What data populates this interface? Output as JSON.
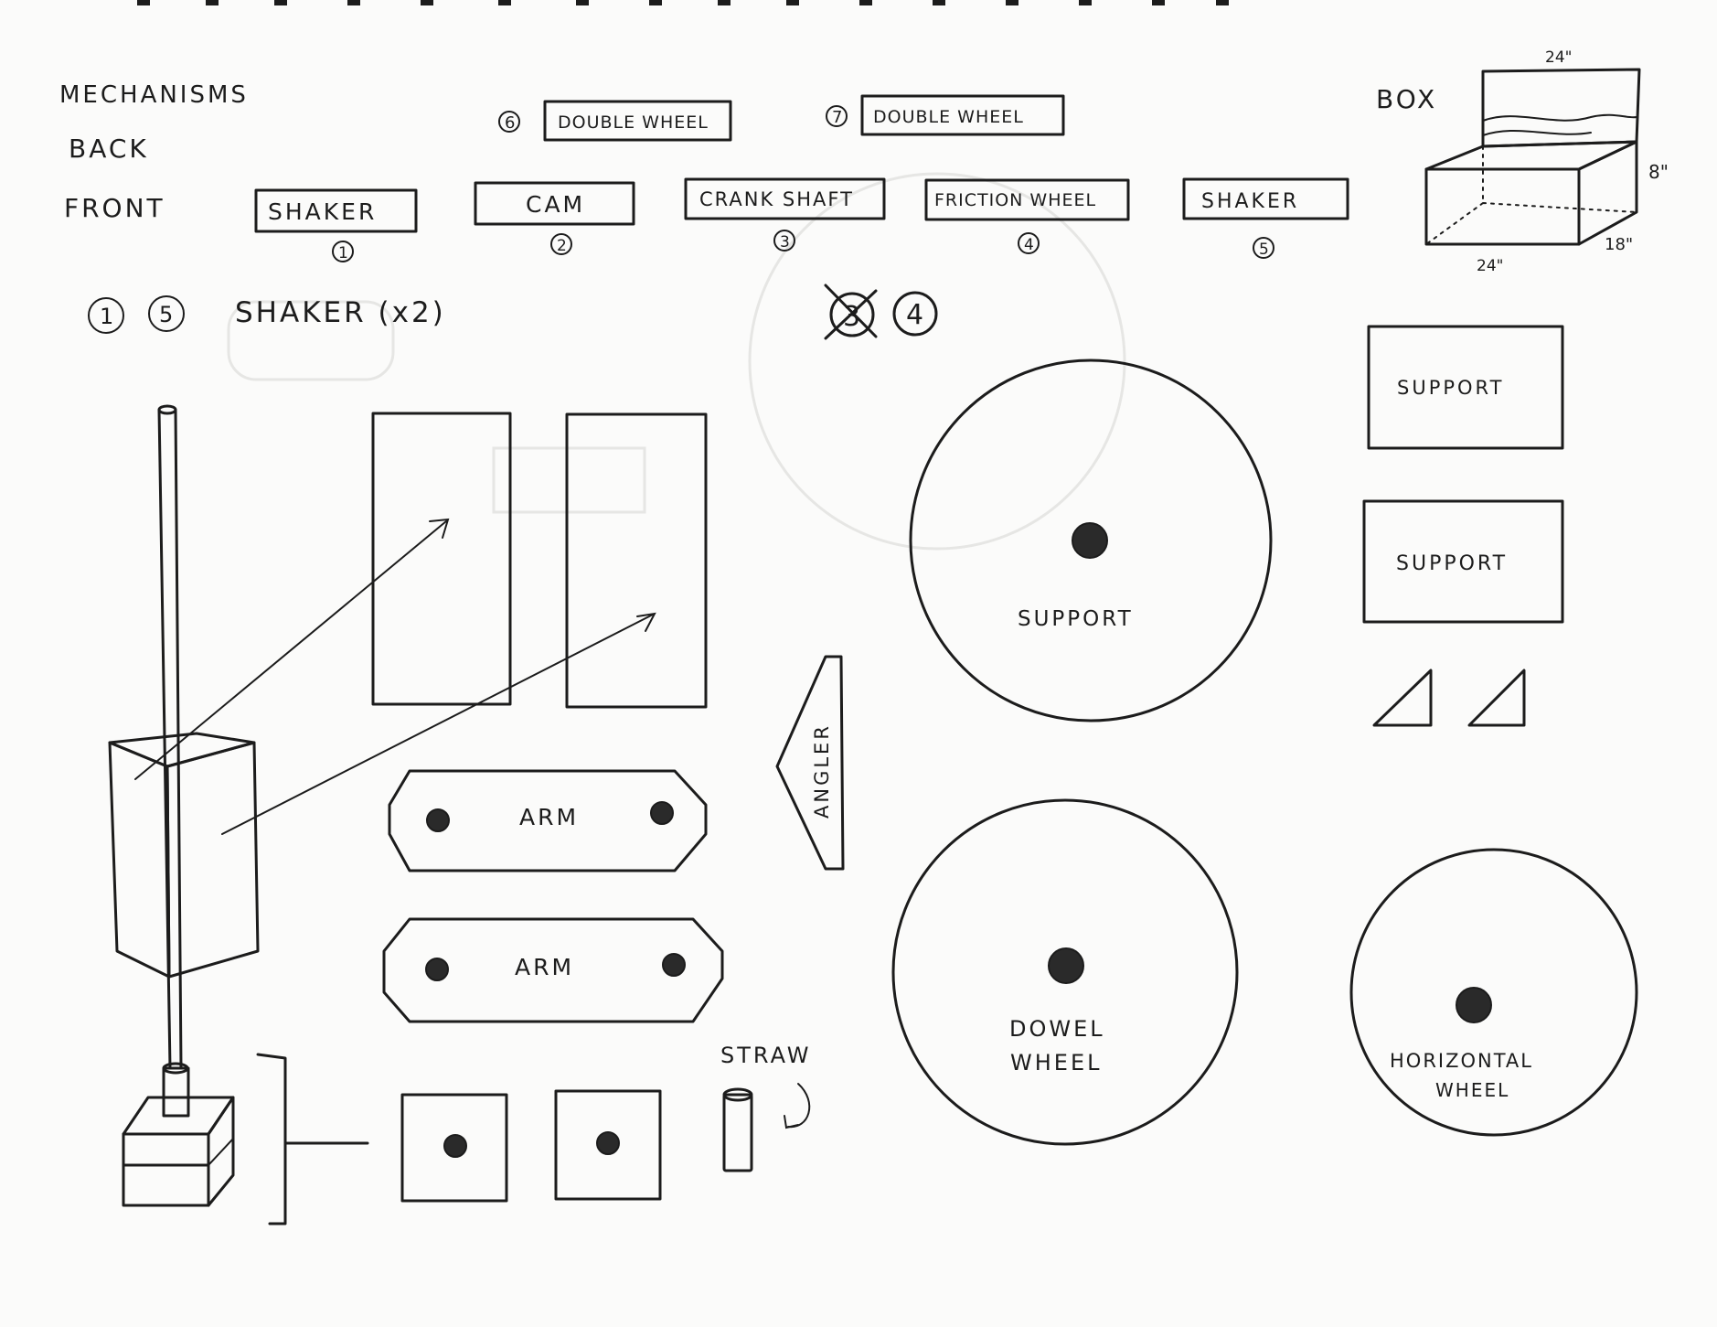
{
  "header": {
    "mechanisms": "MECHANISMS",
    "back": "BACK",
    "front": "FRONT",
    "box": "BOX"
  },
  "back_row": [
    {
      "num": "6",
      "label": "DOUBLE WHEEL"
    },
    {
      "num": "7",
      "label": "DOUBLE WHEEL"
    }
  ],
  "front_row": [
    {
      "num": "1",
      "label": "SHAKER"
    },
    {
      "num": "2",
      "label": "CAM"
    },
    {
      "num": "3",
      "label": "CRANK SHAFT"
    },
    {
      "num": "4",
      "label": "FRICTION WHEEL"
    },
    {
      "num": "5",
      "label": "SHAKER"
    }
  ],
  "box_dims": {
    "top": "24\"",
    "height": "8\"",
    "depth": "18\"",
    "width": "24\""
  },
  "section_shaker": {
    "num1": "1",
    "num2": "5",
    "title": "SHAKER (x2)"
  },
  "section_friction": {
    "crossed": "3",
    "num": "4"
  },
  "parts": {
    "arm": "ARM",
    "angler": "ANGLER",
    "straw": "STRAW",
    "support": "SUPPORT",
    "dowel_wheel_1": "DOWEL",
    "dowel_wheel_2": "WHEEL",
    "horizontal_wheel_1": "HORIZONTAL",
    "horizontal_wheel_2": "WHEEL"
  },
  "ink_color": "#1c1c1c",
  "paper_color": "#fbfbfa"
}
